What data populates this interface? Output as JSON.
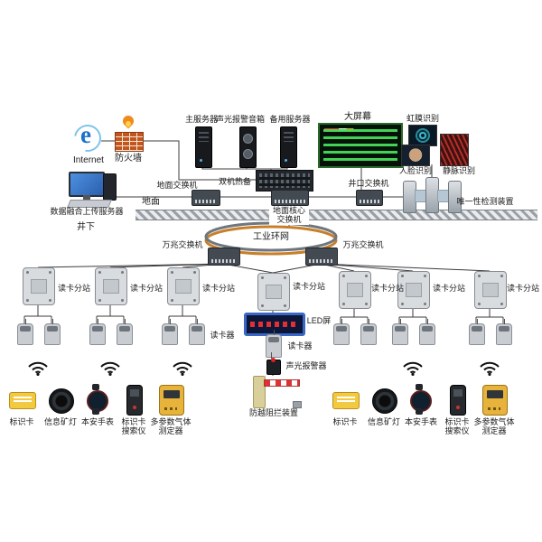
{
  "labels": {
    "internet": "Internet",
    "internet_logo": "e",
    "firewall": "防火墙",
    "main_server": "主服务器",
    "audio_alarm_speaker": "声光报警音箱",
    "backup_server": "备用服务器",
    "dual_hot_standby": "双机热备",
    "big_screen": "大屏幕",
    "iris_recognition": "虹膜识别",
    "face_recognition": "人脸识别",
    "vein_recognition": "静脉识别",
    "data_fusion_server": "数据融合上传服务器",
    "ground_switch": "地面交换机",
    "ground_core_switch": "地面核心交换机",
    "wellhead_switch": "井口交换机",
    "uniqueness_detector": "唯一性检测装置",
    "surface": "地面",
    "underground": "井下",
    "industrial_ring": "工业环网",
    "ten_gig_switch": "万兆交换机",
    "card_substation": "读卡分站",
    "card_reader": "读卡器",
    "led_screen": "LED屏",
    "audio_visual_alarm": "声光报警器",
    "barrier_device": "防越阻拦装置",
    "id_card": "标识卡",
    "info_miner_lamp": "信息矿灯",
    "safe_watch": "本安手表",
    "card_searcher": "标识卡搜索仪",
    "gas_detector": "多参数气体测定器"
  },
  "colors": {
    "led_frame_blue": "#3a66c4",
    "led_text_red": "#e03030",
    "ring_cable_orange": "#c77f2a",
    "id_card_yellow": "#f3c93f",
    "gas_detector_yellow": "#e8b33b",
    "screen_green": "#46dc5a",
    "firewall_brick": "#c4551f"
  }
}
